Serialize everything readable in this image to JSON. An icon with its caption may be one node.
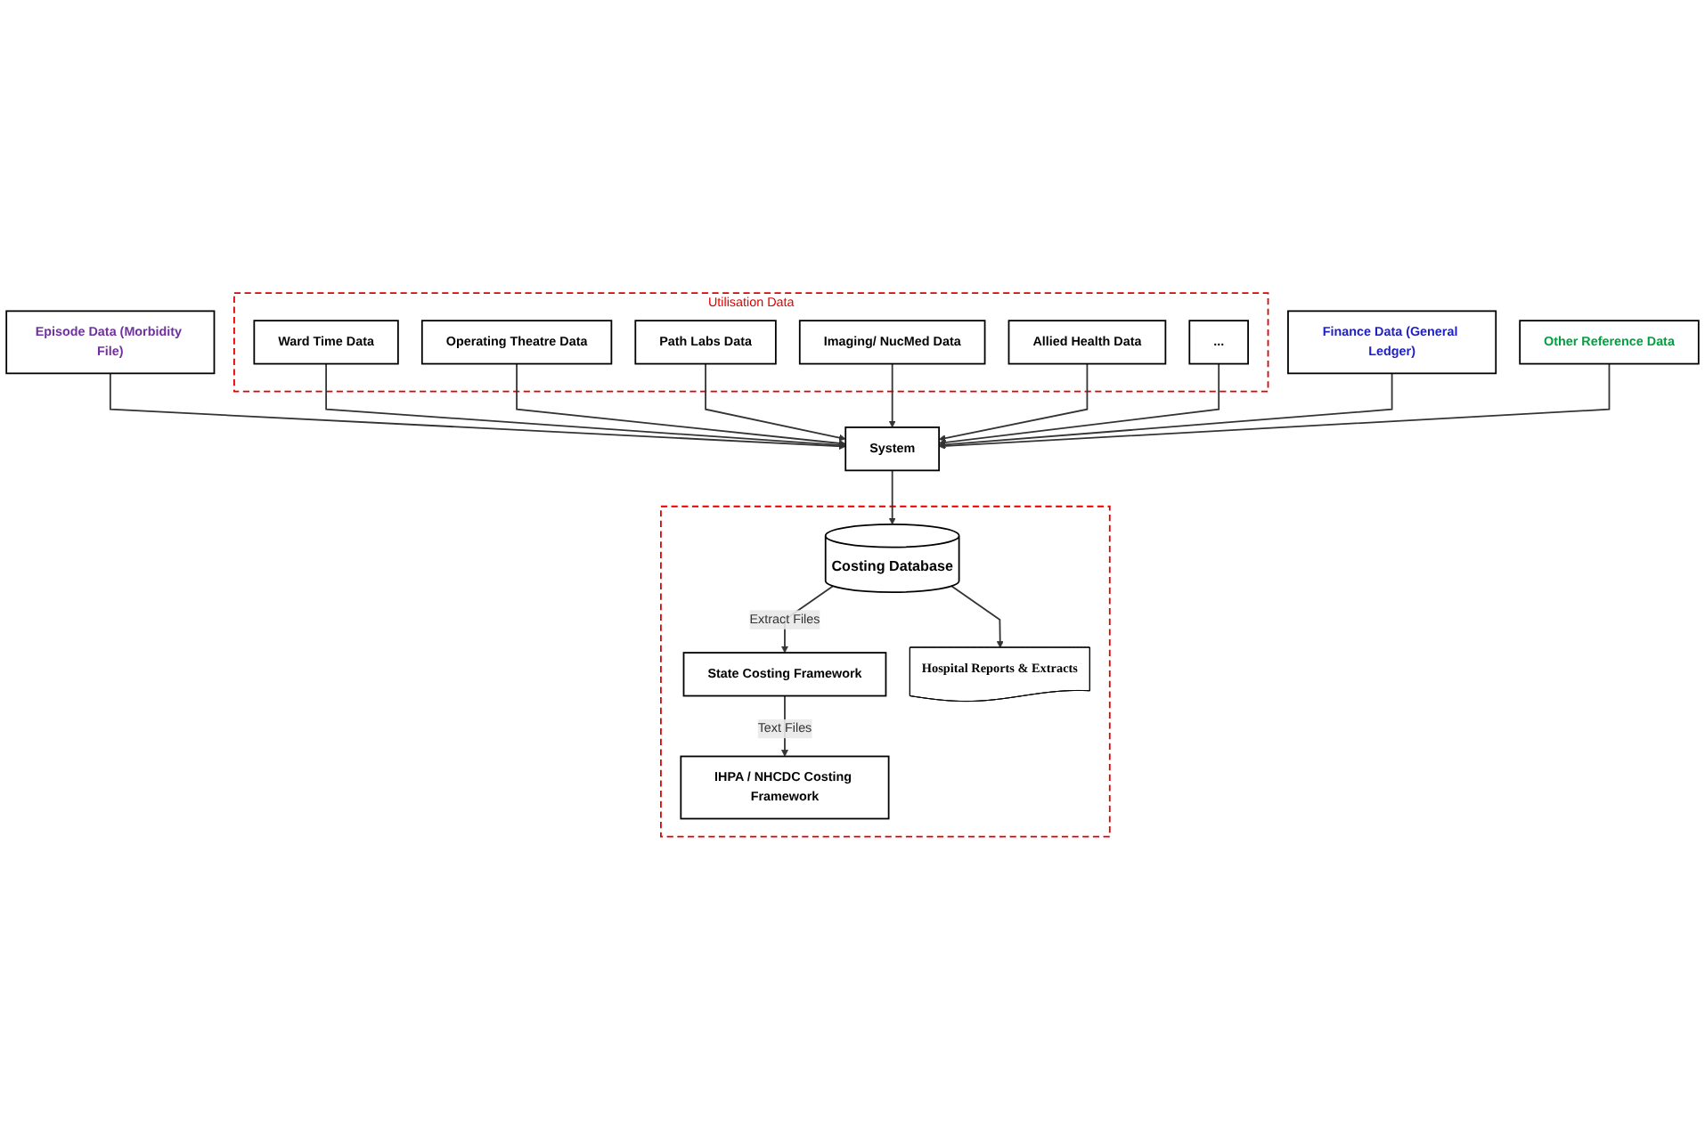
{
  "diagram": {
    "nodes": [
      {
        "text": [
          "Episode Data (Morbidity File)"
        ]
      },
      {
        "text": [
          "Utilisation Data"
        ]
      },
      {
        "text": [
          "Ward Time Data"
        ],
        "in": 1
      },
      {
        "text": [
          "Operating Theatre Data"
        ],
        "in": 1
      },
      {
        "text": [
          "Path Labs Data"
        ],
        "in": 1
      },
      {
        "text": [
          "Imaging/ NucMed Data"
        ],
        "in": 1
      },
      {
        "text": [
          "Allied Health Data"
        ],
        "in": 1
      },
      {
        "text": [
          "..."
        ],
        "in": 1
      },
      {
        "text": [
          "Finance Data (General Ledger)"
        ]
      },
      {
        "text": [
          "System"
        ]
      },
      {
        "text": [
          "Other Reference Data"
        ]
      },
      {
        "text": [],
        "shape": "box"
      },
      {
        "text": [
          "Costing Database"
        ],
        "in": 11
      },
      {
        "text": [
          "State Costing Framework"
        ],
        "in": 11
      },
      {
        "text": [
          "IHPA / NHCDC Costing Framework"
        ],
        "in": 11
      },
      {
        "text": [
          "Hospital Reports & Extracts"
        ],
        "in": 11
      }
    ],
    "edges": [
      {
        "from": 0,
        "to": 9,
        "arrow": "to"
      },
      {
        "from": 2,
        "to": 9,
        "arrow": "to"
      },
      {
        "from": 3,
        "to": 9,
        "arrow": "to"
      },
      {
        "from": 4,
        "to": 9,
        "arrow": "to"
      },
      {
        "from": 5,
        "to": 9,
        "arrow": "to"
      },
      {
        "from": 6,
        "to": 9,
        "arrow": "to"
      },
      {
        "from": 7,
        "to": 9,
        "arrow": "to"
      },
      {
        "from": 8,
        "to": 9,
        "arrow": "to"
      },
      {
        "from": 10,
        "to": 9,
        "arrow": "to"
      },
      {
        "from": 9,
        "to": 12,
        "arrow": "to"
      },
      {
        "from": 12,
        "to": 13,
        "label": "Extract Files",
        "arrow": "to"
      },
      {
        "from": 13,
        "to": 14,
        "label": "Text Files",
        "arrow": "to"
      },
      {
        "from": 12,
        "to": 15,
        "arrow": "to"
      }
    ]
  }
}
